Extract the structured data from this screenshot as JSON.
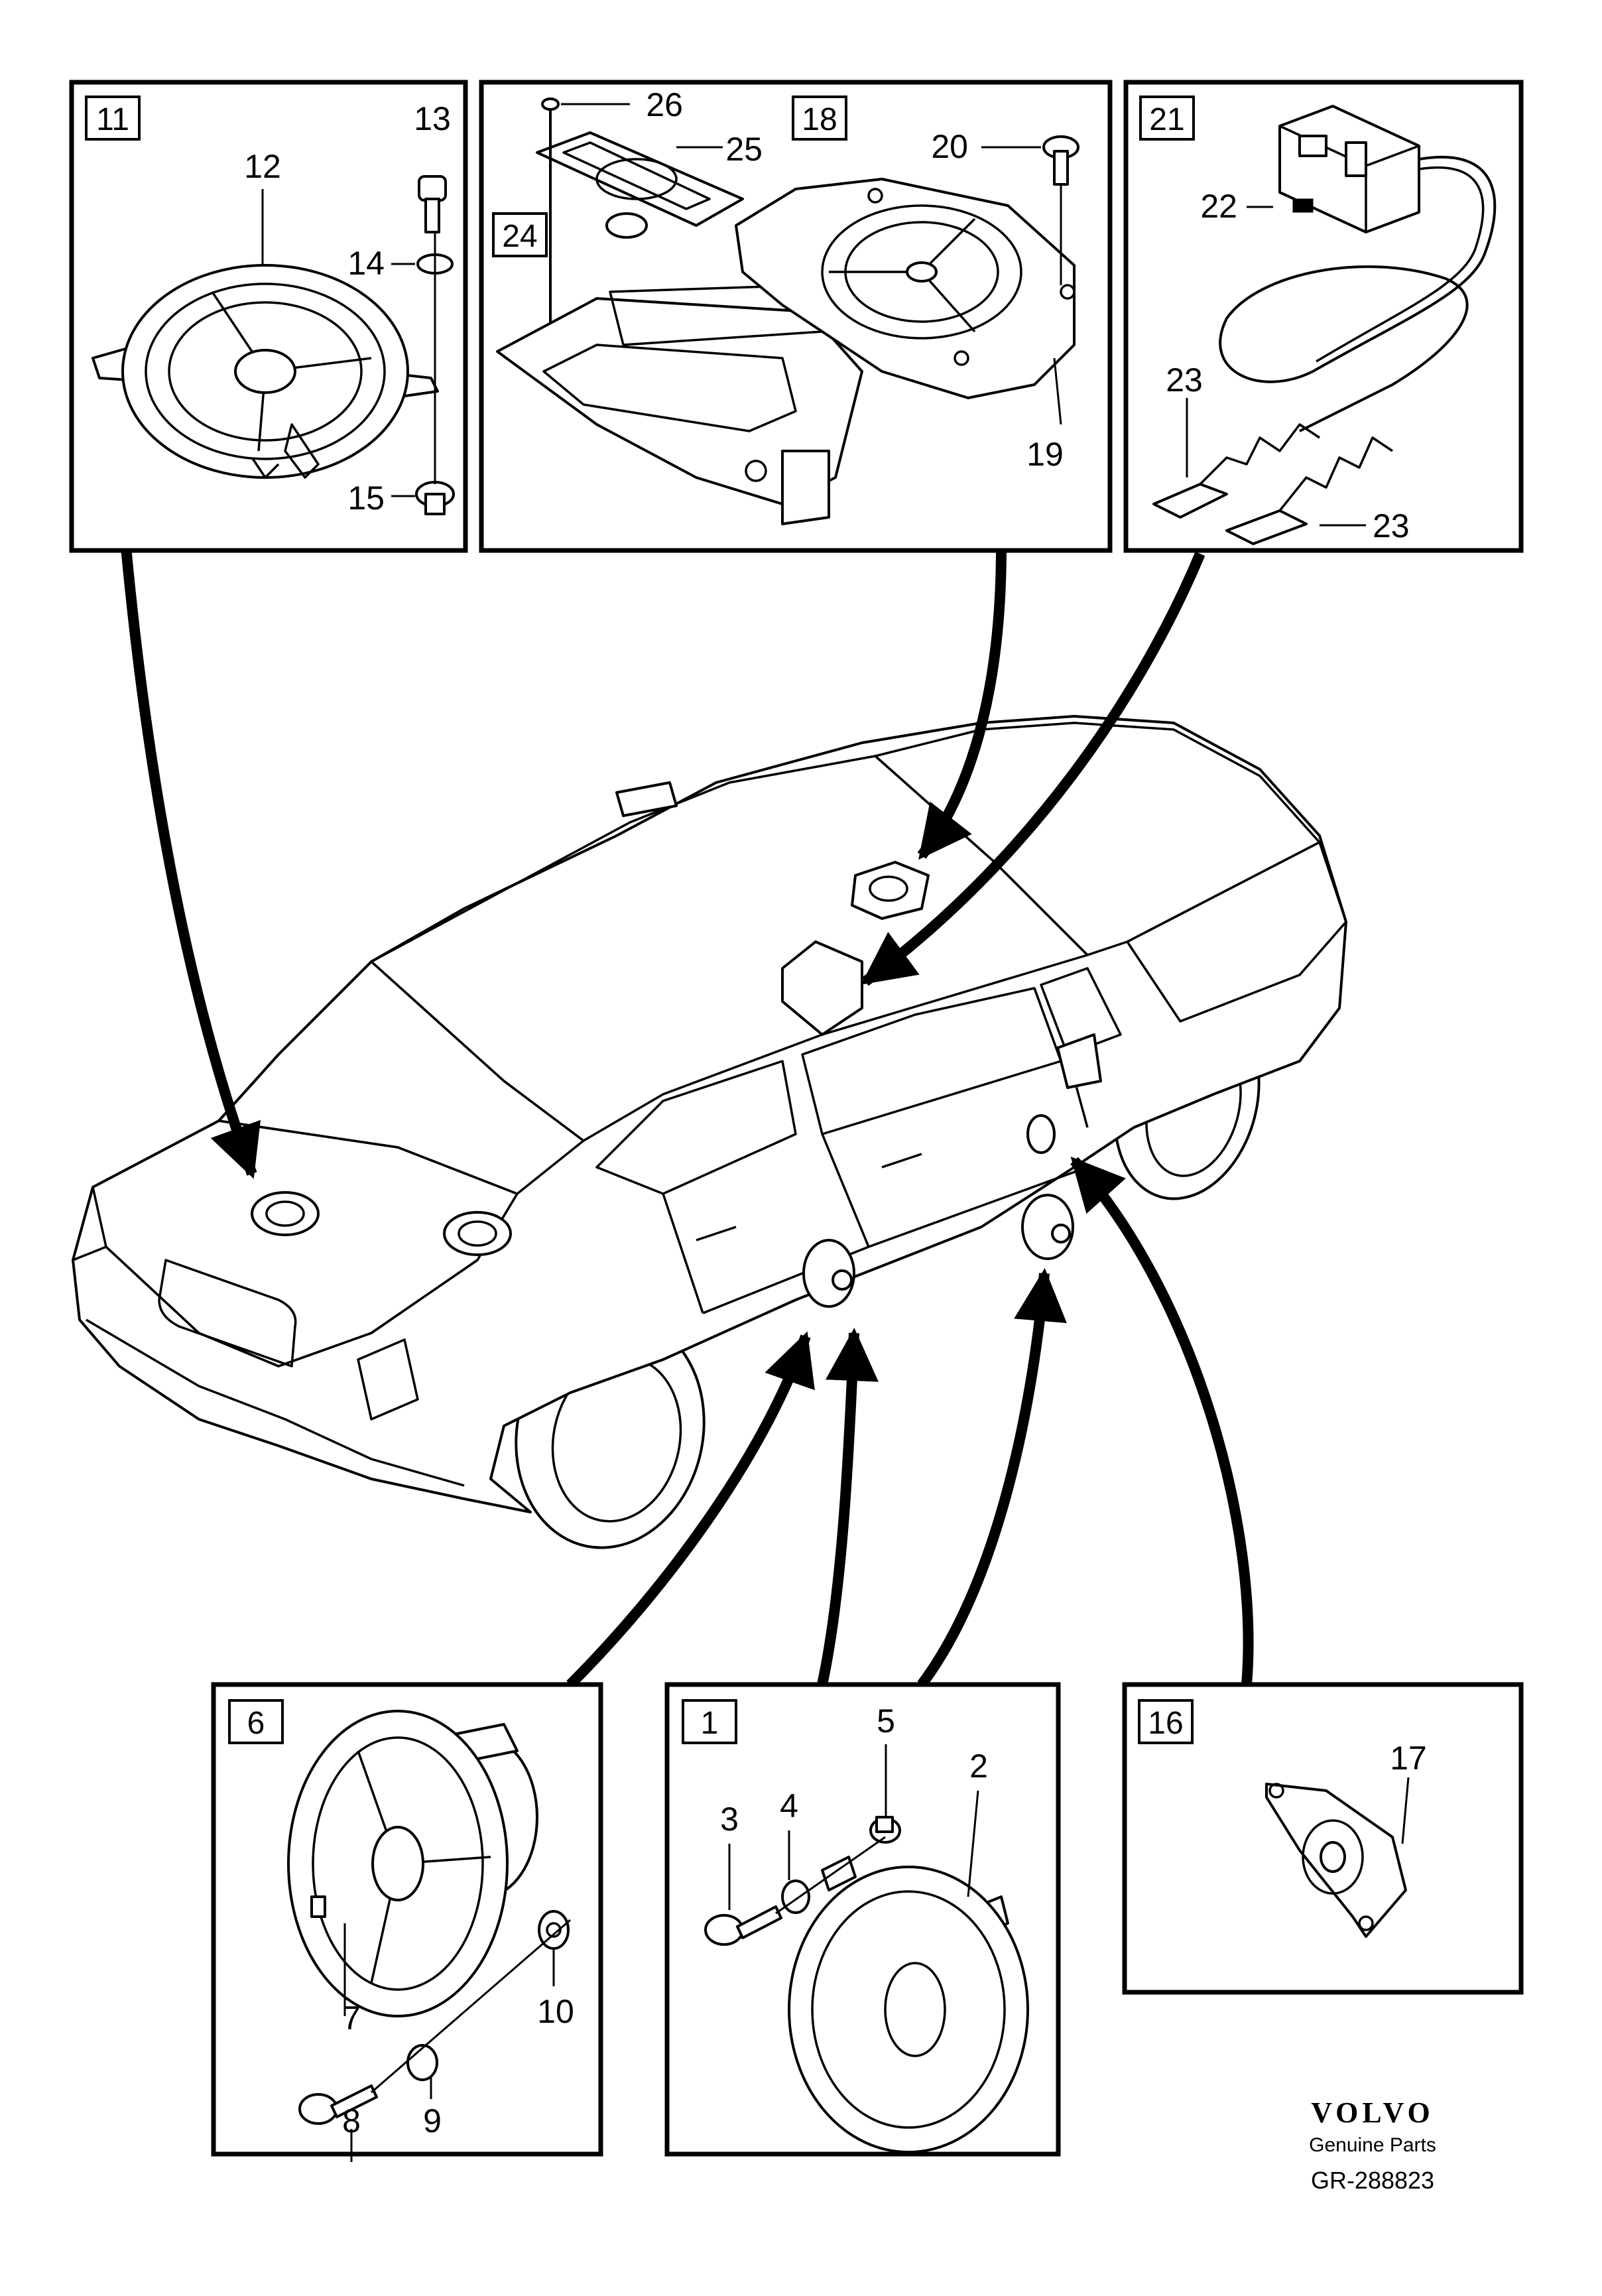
{
  "panels": {
    "p11": {
      "tag": "11",
      "callouts": {
        "c12": "12",
        "c13": "13",
        "c14": "14",
        "c15": "15"
      }
    },
    "p18": {
      "tag": "18",
      "tag2": "24",
      "callouts": {
        "c19": "19",
        "c20": "20",
        "c25": "25",
        "c26": "26"
      }
    },
    "p21": {
      "tag": "21",
      "callouts": {
        "c22": "22",
        "c23a": "23",
        "c23b": "23"
      }
    },
    "p6": {
      "tag": "6",
      "callouts": {
        "c7": "7",
        "c8": "8",
        "c9": "9",
        "c10": "10"
      }
    },
    "p1": {
      "tag": "1",
      "callouts": {
        "c2": "2",
        "c3": "3",
        "c4": "4",
        "c5": "5"
      }
    },
    "p16": {
      "tag": "16",
      "callouts": {
        "c17": "17"
      }
    }
  },
  "footer": {
    "brand": "VOLVO",
    "subtitle": "Genuine Parts",
    "code": "GR-288823"
  }
}
